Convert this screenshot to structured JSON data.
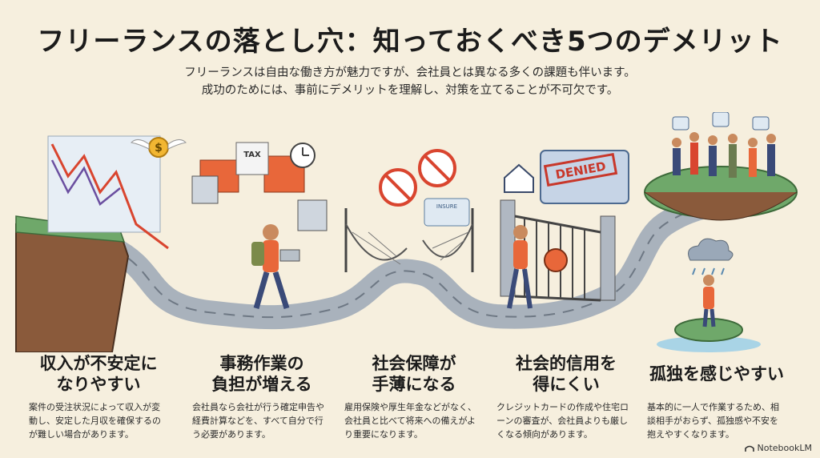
{
  "header": {
    "title": "フリーランスの落とし穴：知っておくべき5つのデメリット",
    "subtitle_line1": "フリーランスは自由な働き方が魅力ですが、会社員とは異なる多くの課題も伴います。",
    "subtitle_line2": "成功のためには、事前にデメリットを理解し、対策を立てることが不可欠です。"
  },
  "illustration": {
    "tax_label": "TAX",
    "denied_label": "DENIED",
    "insure_label": "INSURE",
    "dollar_symbol": "$"
  },
  "columns": [
    {
      "title_line1": "収入が不安定に",
      "title_line2": "なりやすい",
      "desc": "案件の受注状況によって収入が変動し、安定した月収を確保するのが難しい場合があります。"
    },
    {
      "title_line1": "事務作業の",
      "title_line2": "負担が増える",
      "desc": "会社員なら会社が行う確定申告や経費計算などを、すべて自分で行う必要があります。"
    },
    {
      "title_line1": "社会保障が",
      "title_line2": "手薄になる",
      "desc": "雇用保険や厚生年金などがなく、会社員と比べて将来への備えがより重要になります。"
    },
    {
      "title_line1": "社会的信用を",
      "title_line2": "得にくい",
      "desc": "クレジットカードの作成や住宅ローンの審査が、会社員よりも厳しくなる傾向があります。"
    },
    {
      "title_line1": "孤独を感じやすい",
      "title_line2": "",
      "desc": "基本的に一人で作業するため、相談相手がおらず、孤独感や不安を抱えやすくなります。"
    }
  ],
  "footer": {
    "brand": "NotebookLM"
  },
  "colors": {
    "background": "#f6efde",
    "accent_orange": "#e8673a",
    "path_gray": "#a9b2bc",
    "grass_green": "#6fa86a",
    "water_blue": "#a9d4e6"
  }
}
